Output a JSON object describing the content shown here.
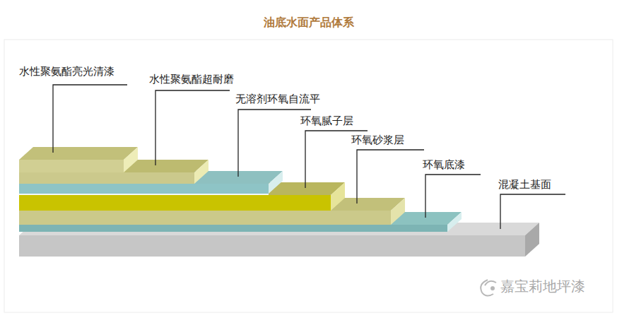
{
  "diagram": {
    "title": "油底水面产品体系",
    "labels": [
      "水性聚氨酯亮光清漆",
      "水性聚氨酯超耐磨",
      "无溶剂环氧自流平",
      "环氧腻子层",
      "环氧砂浆层",
      "环氧底漆",
      "混凝土基面",
      "嘉宝莉地坪漆"
    ]
  }
}
